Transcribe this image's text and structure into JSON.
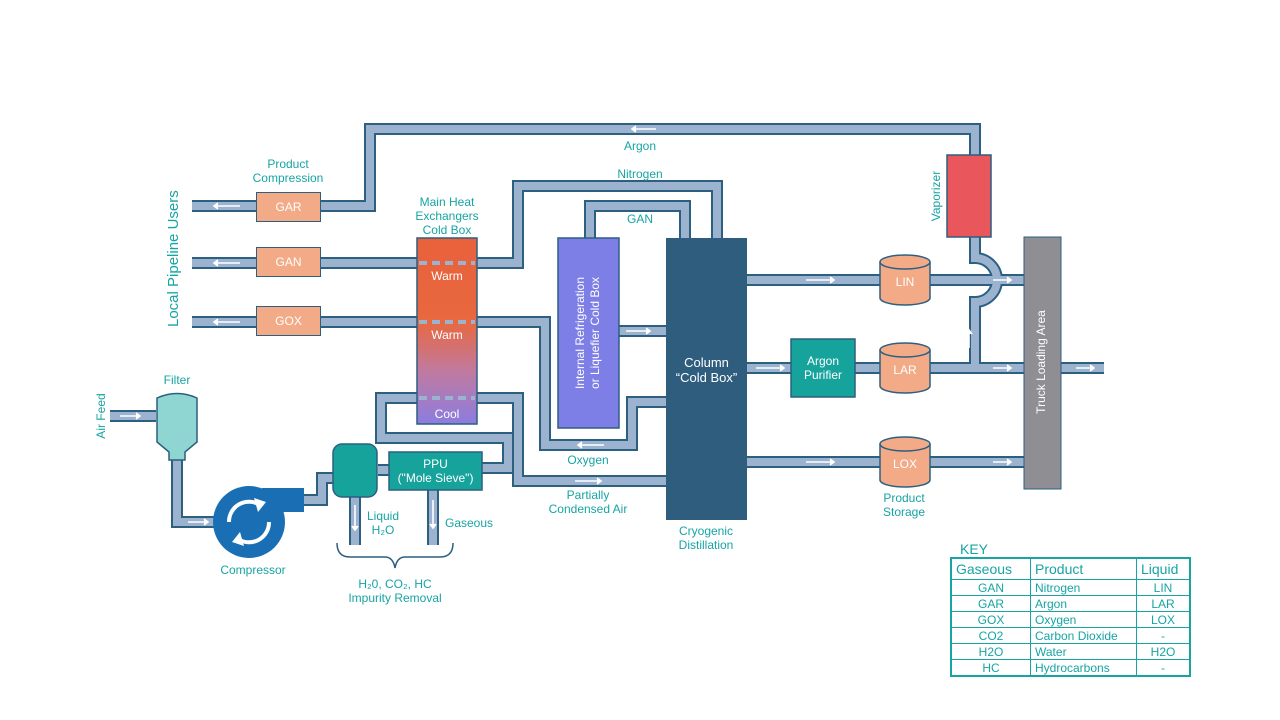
{
  "side_title": "Local Pipeline Users",
  "labels": {
    "product_compression": "Product\nCompression",
    "main_heat_exchangers": "Main Heat\nExchangers\nCold Box",
    "argon_line": "Argon",
    "nitrogen_line": "Nitrogen",
    "gan_line": "GAN",
    "oxygen_line": "Oxygen",
    "partially_condensed_air": "Partially\nCondensed Air",
    "cryogenic_distillation": "Cryogenic\nDistillation",
    "product_storage": "Product\nStorage",
    "vaporizer": "Vaporizer",
    "air_feed": "Air Feed",
    "filter": "Filter",
    "compressor": "Compressor",
    "liquid_h2o": "Liquid\nH₂O",
    "gaseous": "Gaseous",
    "impurity_removal": "H₂0, CO₂, HC\nImpurity Removal"
  },
  "products": {
    "gar": "GAR",
    "gan": "GAN",
    "gox": "GOX",
    "lin": "LIN",
    "lar": "LAR",
    "lox": "LOX"
  },
  "heat_exchanger": {
    "warm1": "Warm",
    "warm2": "Warm",
    "cool": "Cool"
  },
  "units": {
    "refrigeration": "Internal Refrigeration\nor Liquefier Cold Box",
    "column": "Column\n“Cold Box”",
    "argon_purifier": "Argon\nPurifier",
    "ppu": "PPU\n(\"Mole Sieve\")",
    "truck_loading": "Truck Loading Area"
  },
  "key": {
    "title": "KEY",
    "headers": [
      "Gaseous",
      "Product",
      "Liquid"
    ],
    "rows": [
      [
        "GAN",
        "Nitrogen",
        "LIN"
      ],
      [
        "GAR",
        "Argon",
        "LAR"
      ],
      [
        "GOX",
        "Oxygen",
        "LOX"
      ],
      [
        "CO2",
        "Carbon Dioxide",
        "-"
      ],
      [
        "H2O",
        "Water",
        "H2O"
      ],
      [
        "HC",
        "Hydrocarbons",
        "-"
      ]
    ]
  },
  "colors": {
    "pipe": "#9bb3cf",
    "pipe_outline": "#2d5f80",
    "accent_text": "#17a4a4",
    "product_box": "#f2aa87",
    "column": "#2f5d7d",
    "teal_unit": "#15a39c",
    "vaporizer": "#e9565b",
    "refrigeration": "#7d7ee6",
    "truck": "#8e8e93"
  }
}
